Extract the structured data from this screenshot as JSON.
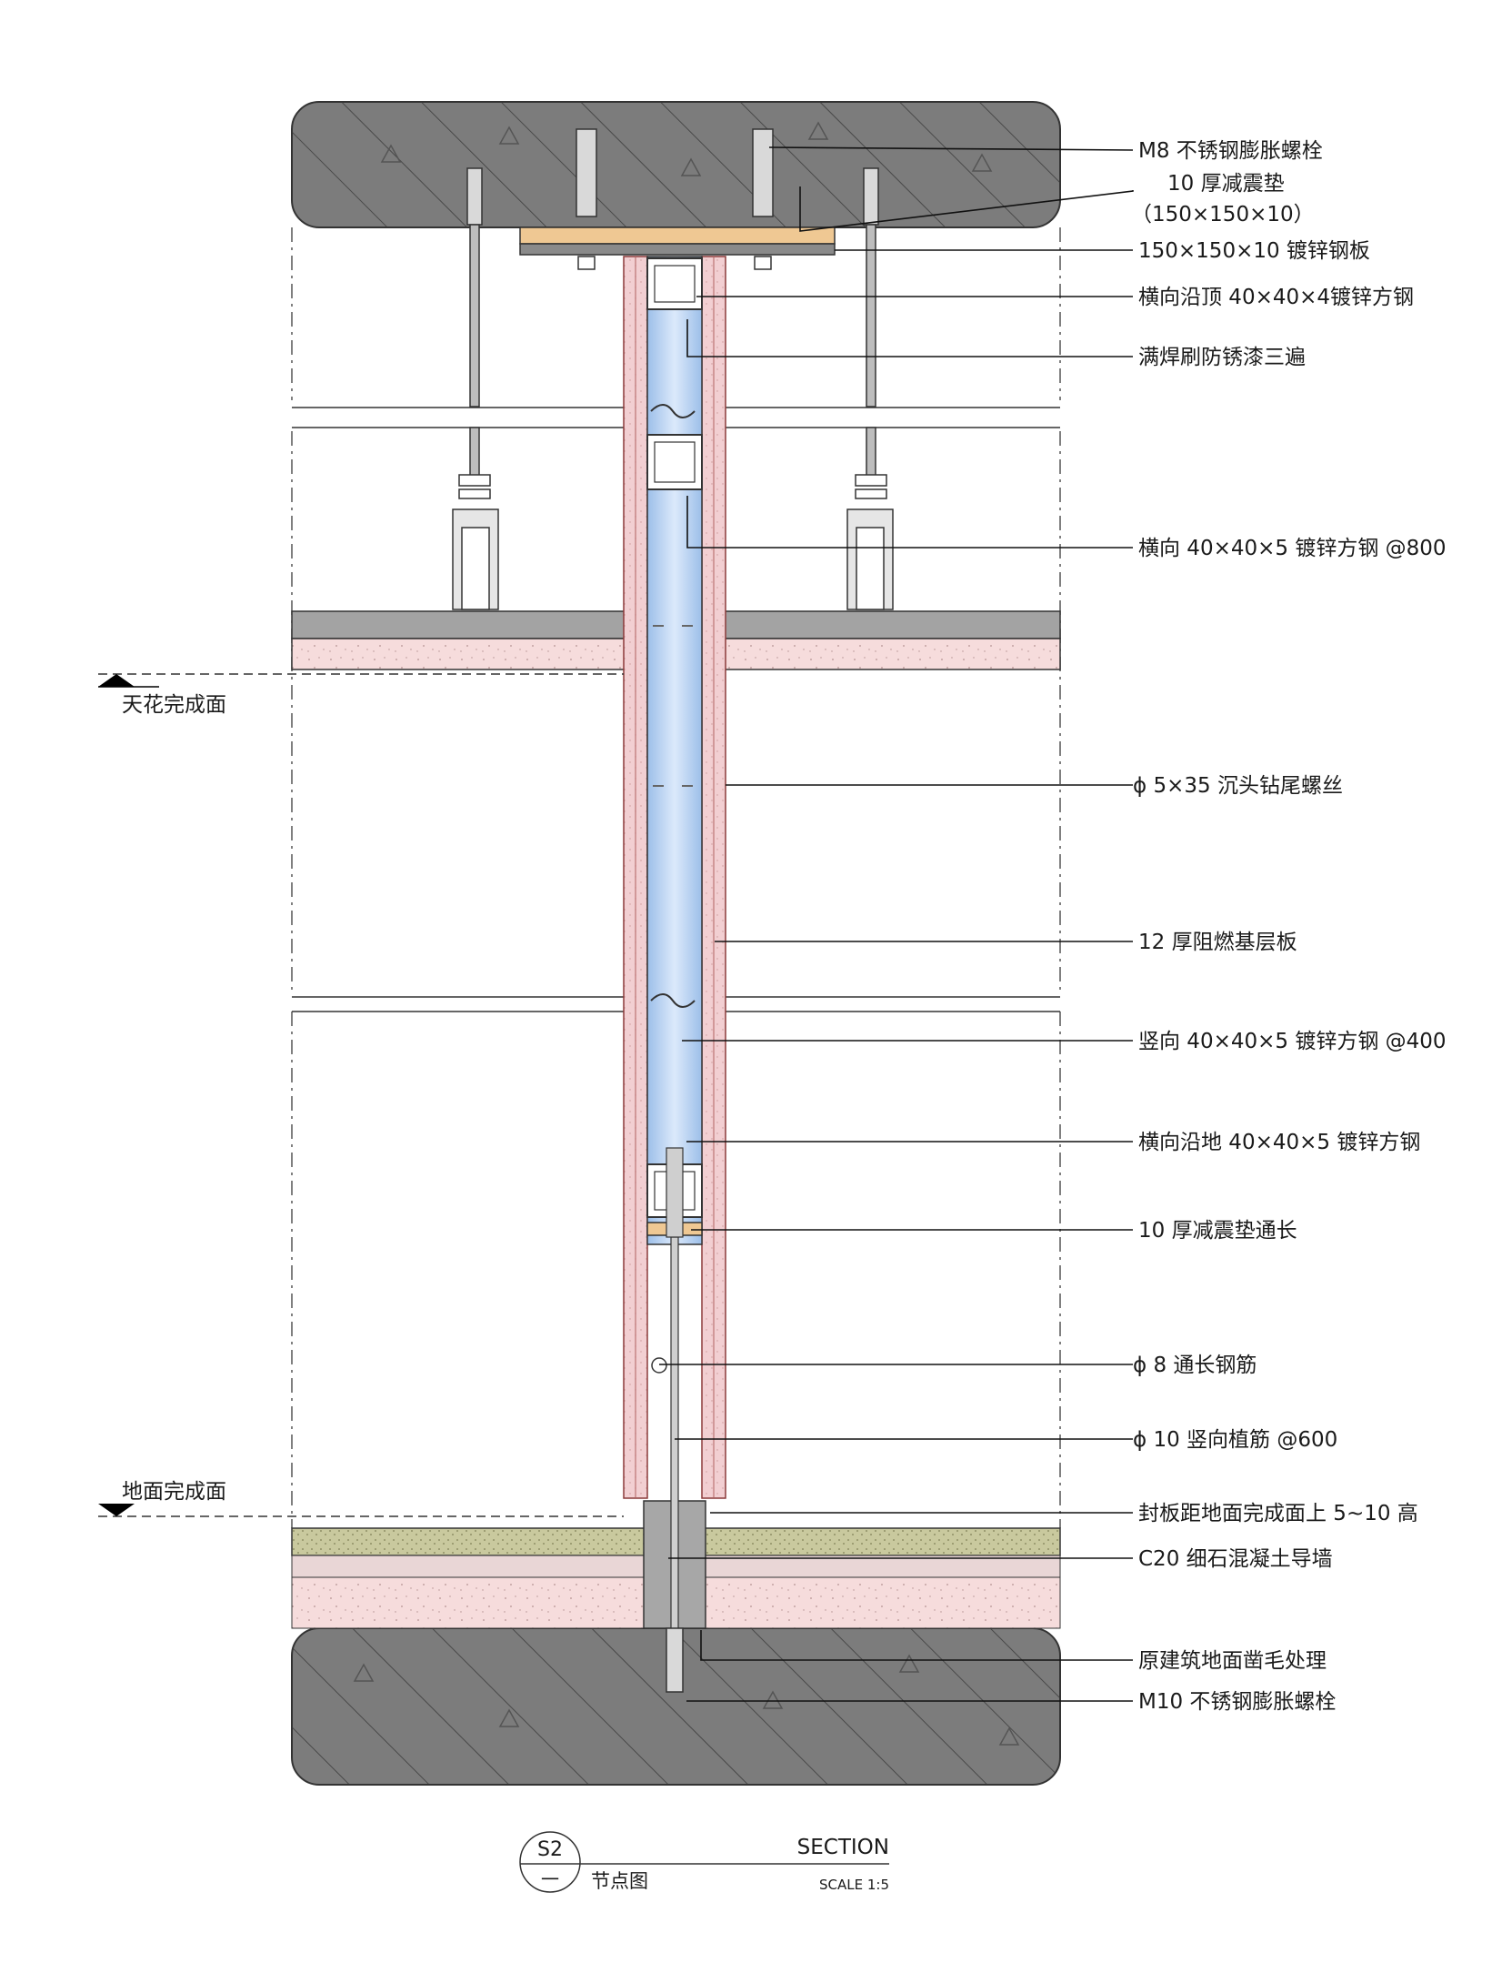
{
  "callouts": [
    {
      "text": "M8 不锈钢膨胀螺栓"
    },
    {
      "text": "10 厚减震垫"
    },
    {
      "text": "（150×150×10）"
    },
    {
      "text": "150×150×10 镀锌钢板"
    },
    {
      "text": "横向沿顶 40×40×4镀锌方钢"
    },
    {
      "text": "满焊刷防锈漆三遍"
    },
    {
      "text": "横向 40×40×5 镀锌方钢 @800"
    },
    {
      "text": "ϕ 5×35 沉头钻尾螺丝"
    },
    {
      "text": "12 厚阻燃基层板"
    },
    {
      "text": "竖向 40×40×5 镀锌方钢 @400"
    },
    {
      "text": "横向沿地 40×40×5 镀锌方钢"
    },
    {
      "text": "10 厚减震垫通长"
    },
    {
      "text": "ϕ 8 通长钢筋"
    },
    {
      "text": "ϕ 10 竖向植筋 @600"
    },
    {
      "text": "封板距地面完成面上 5~10 高"
    },
    {
      "text": "C20 细石混凝土导墙"
    },
    {
      "text": "原建筑地面凿毛处理"
    },
    {
      "text": "M10 不锈钢膨胀螺栓"
    }
  ],
  "levels": {
    "ceiling": "天花完成面",
    "floor": "地面完成面"
  },
  "title_block": {
    "detail_id": "S2",
    "sheet": "一",
    "name_cn": "节点图",
    "name_en": "SECTION",
    "scale": "SCALE 1:5"
  },
  "colors": {
    "concrete": "#7d7d7d",
    "board": "#f2cfd2",
    "steel": "#aecbef",
    "pad": "#efc893",
    "floor_finish": "#cfcfa8",
    "screed": "#f6dede"
  }
}
